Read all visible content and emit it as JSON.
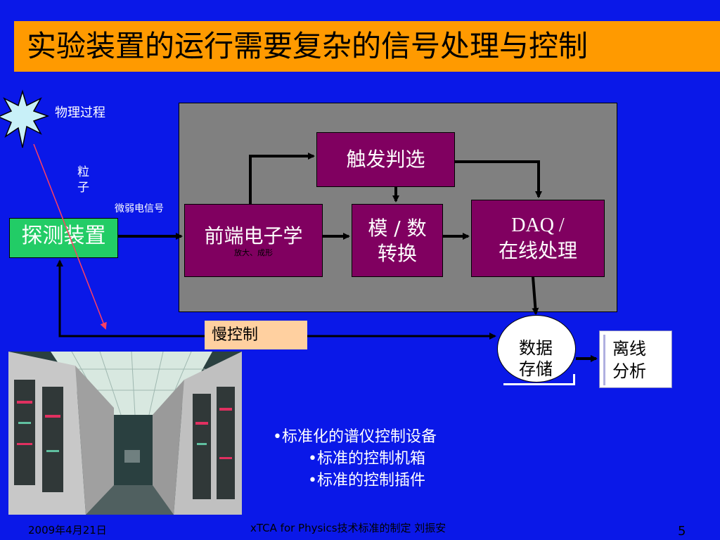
{
  "title": "实验装置的运行需要复杂的信号处理与控制",
  "labels": {
    "physics_process": "物理过程",
    "particle": "粒\n子",
    "weak_signal": "微弱电信号",
    "detector": "探测装置",
    "trigger": "触发判选",
    "frontend": "前端电子学",
    "frontend_sub": "放大、成形",
    "adc_line1": "模 / 数",
    "adc_line2": "转换",
    "daq_line1": "DAQ /",
    "daq_line2": "在线处理",
    "slow_control": "慢控制",
    "storage_line1": "数据",
    "storage_line2": "存储",
    "offline_line1": "离线",
    "offline_line2": "分析"
  },
  "bullets": [
    "•标准化的谱仪控制设备",
    "•标准的控制机箱",
    "•标准的控制插件"
  ],
  "footer": {
    "date": "2009年4月21日",
    "center": "xTCA for Physics技术标准的制定 刘振安",
    "page": "5"
  },
  "colors": {
    "background": "#0a18e8",
    "title_bar": "#ff9a00",
    "process_box": "#800060",
    "detector": "#22cc66",
    "slow_control": "#ffd0a0",
    "panel": "#808080"
  }
}
